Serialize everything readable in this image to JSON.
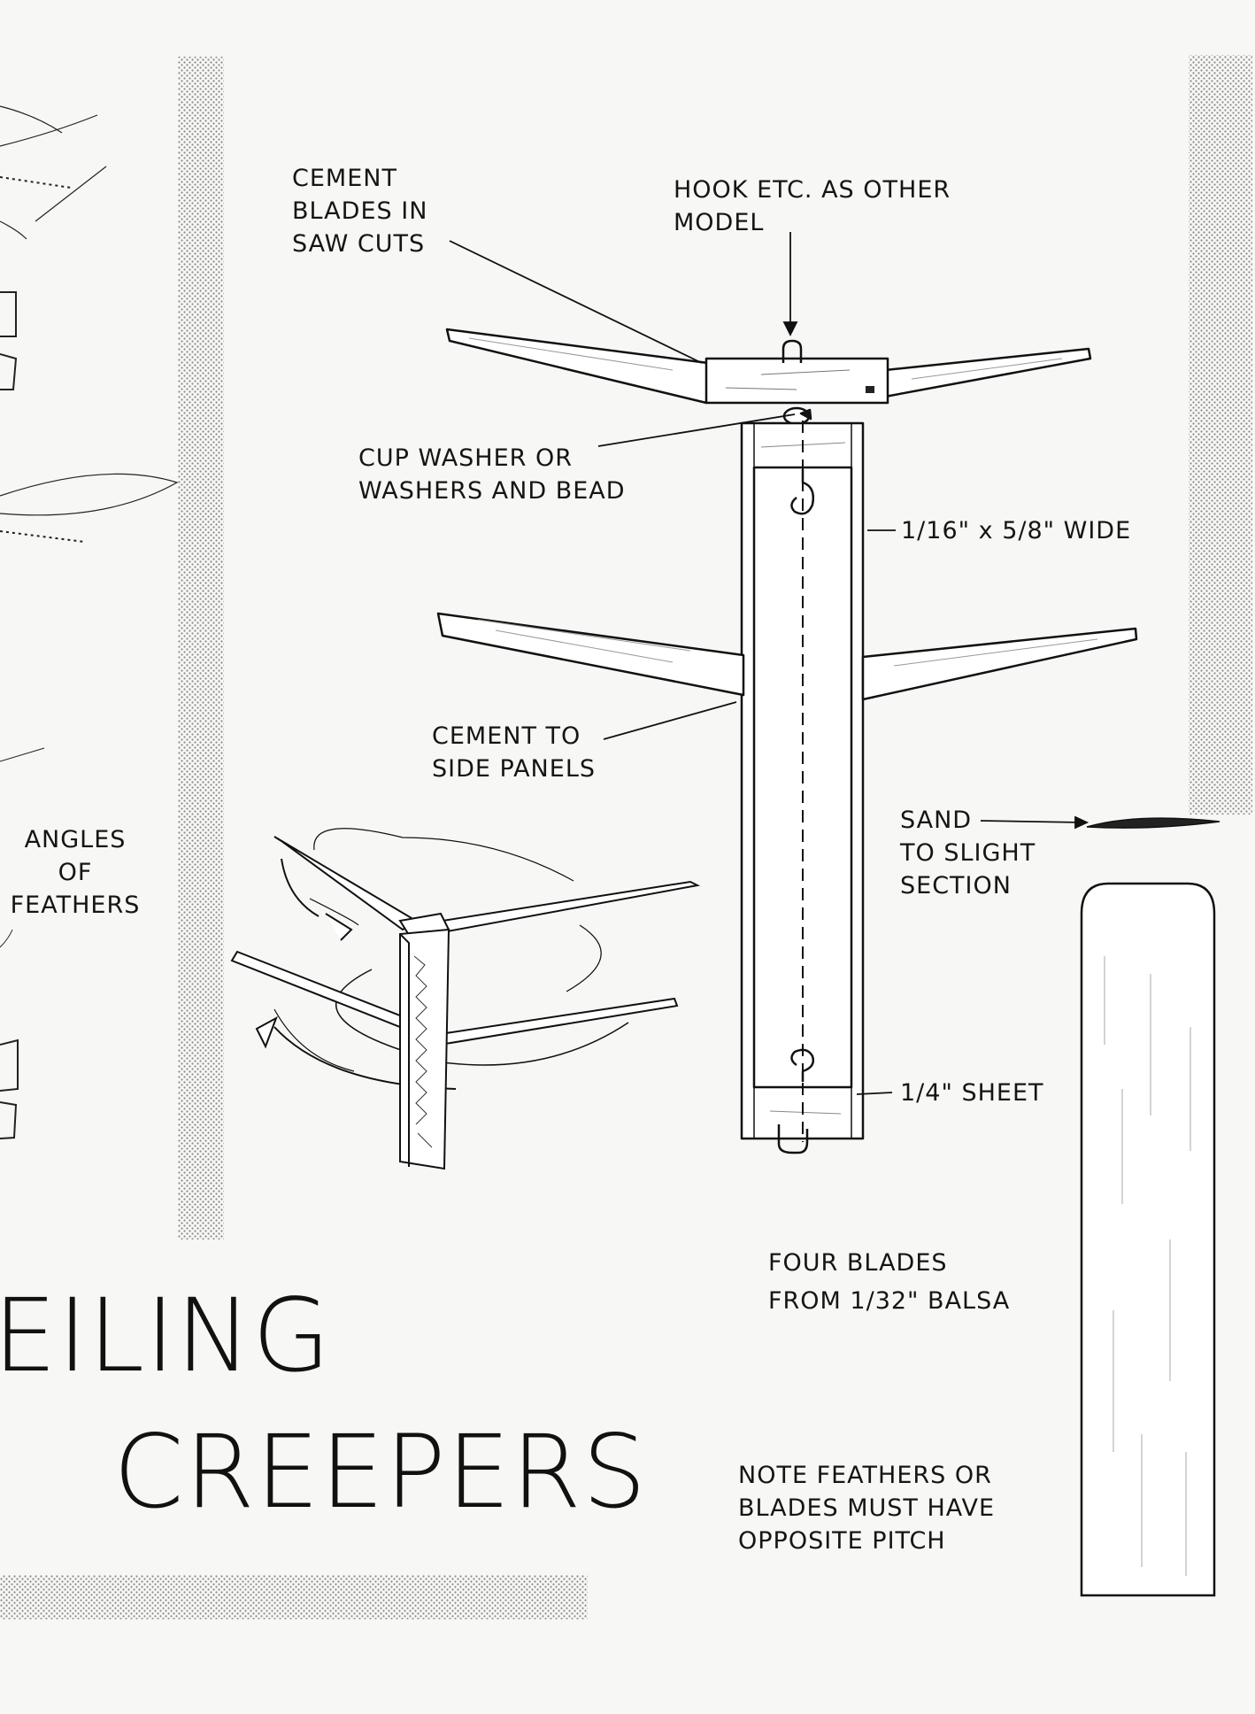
{
  "labels": {
    "cement_blades": [
      "CEMENT",
      "BLADES IN",
      "SAW CUTS"
    ],
    "hook": [
      "HOOK ETC. AS OTHER",
      "MODEL"
    ],
    "cup_washer": [
      "CUP WASHER OR",
      "WASHERS AND BEAD"
    ],
    "strip": "1/16\" x 5/8\" WIDE",
    "cement_side": [
      "CEMENT TO",
      "SIDE PANELS"
    ],
    "angles": [
      "ANGLES",
      "OF",
      "FEATHERS"
    ],
    "sand": [
      "SAND",
      "TO SLIGHT",
      "SECTION"
    ],
    "sheet": "1/4\" SHEET",
    "four_blades": [
      "FOUR BLADES",
      "FROM 1/32\" BALSA"
    ],
    "note": [
      "NOTE FEATHERS OR",
      "BLADES MUST HAVE",
      "OPPOSITE PITCH"
    ]
  },
  "title": {
    "line1": "EILING",
    "line2": "CREEPERS"
  }
}
